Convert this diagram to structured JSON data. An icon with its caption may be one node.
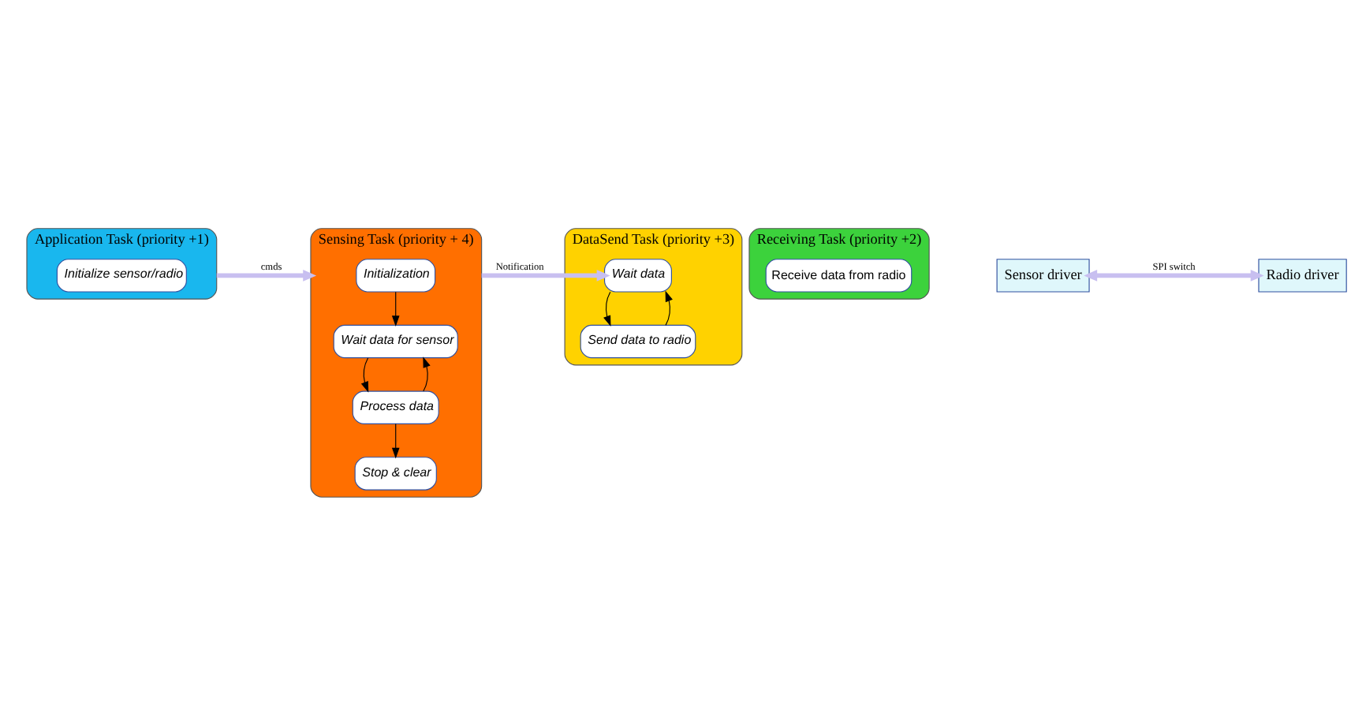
{
  "diagram": {
    "nodes": [
      {
        "text": [
          "Application Task (priority +1)"
        ]
      },
      {
        "text": [
          "Initialize sensor/radio"
        ],
        "in": 0
      },
      {
        "text": [
          "Sensing Task (priority + 4)"
        ]
      },
      {
        "text": [
          "Initialization"
        ],
        "in": 2
      },
      {
        "text": [
          "Wait data for sensor"
        ],
        "in": 2
      },
      {
        "text": [
          "Process data"
        ],
        "in": 2
      },
      {
        "text": [
          "Stop & clear"
        ],
        "in": 2
      },
      {
        "text": [
          "DataSend Task (priority +3)"
        ]
      },
      {
        "text": [
          "Wait data"
        ],
        "in": 7
      },
      {
        "text": [
          "Send data to radio"
        ],
        "in": 7
      },
      {
        "text": [
          "Receiving Task (priority +2)"
        ]
      },
      {
        "text": [
          "Receive data from radio"
        ],
        "in": 10
      },
      {
        "text": [
          "Sensor driver"
        ]
      },
      {
        "text": [
          "Radio driver"
        ]
      }
    ],
    "edges": [
      {
        "from": 0,
        "to": 2,
        "arrow": "to",
        "label": "cmds",
        "style": "thick",
        "color": "#c8bff0"
      },
      {
        "from": 3,
        "to": 4,
        "arrow": "to"
      },
      {
        "from": 4,
        "to": 5,
        "arrow": "to"
      },
      {
        "from": 5,
        "to": 6,
        "arrow": "to"
      },
      {
        "from": 5,
        "to": 4,
        "arrow": "to"
      },
      {
        "from": 2,
        "to": 8,
        "arrow": "to",
        "label": "Notification",
        "style": "thick",
        "color": "#c8bff0"
      },
      {
        "from": 8,
        "to": 9,
        "arrow": "to"
      },
      {
        "from": 9,
        "to": 8,
        "arrow": "to"
      },
      {
        "from": 12,
        "to": 13,
        "arrow": "both",
        "label": "SPI switch",
        "style": "thick",
        "color": "#c8bff0"
      }
    ]
  }
}
